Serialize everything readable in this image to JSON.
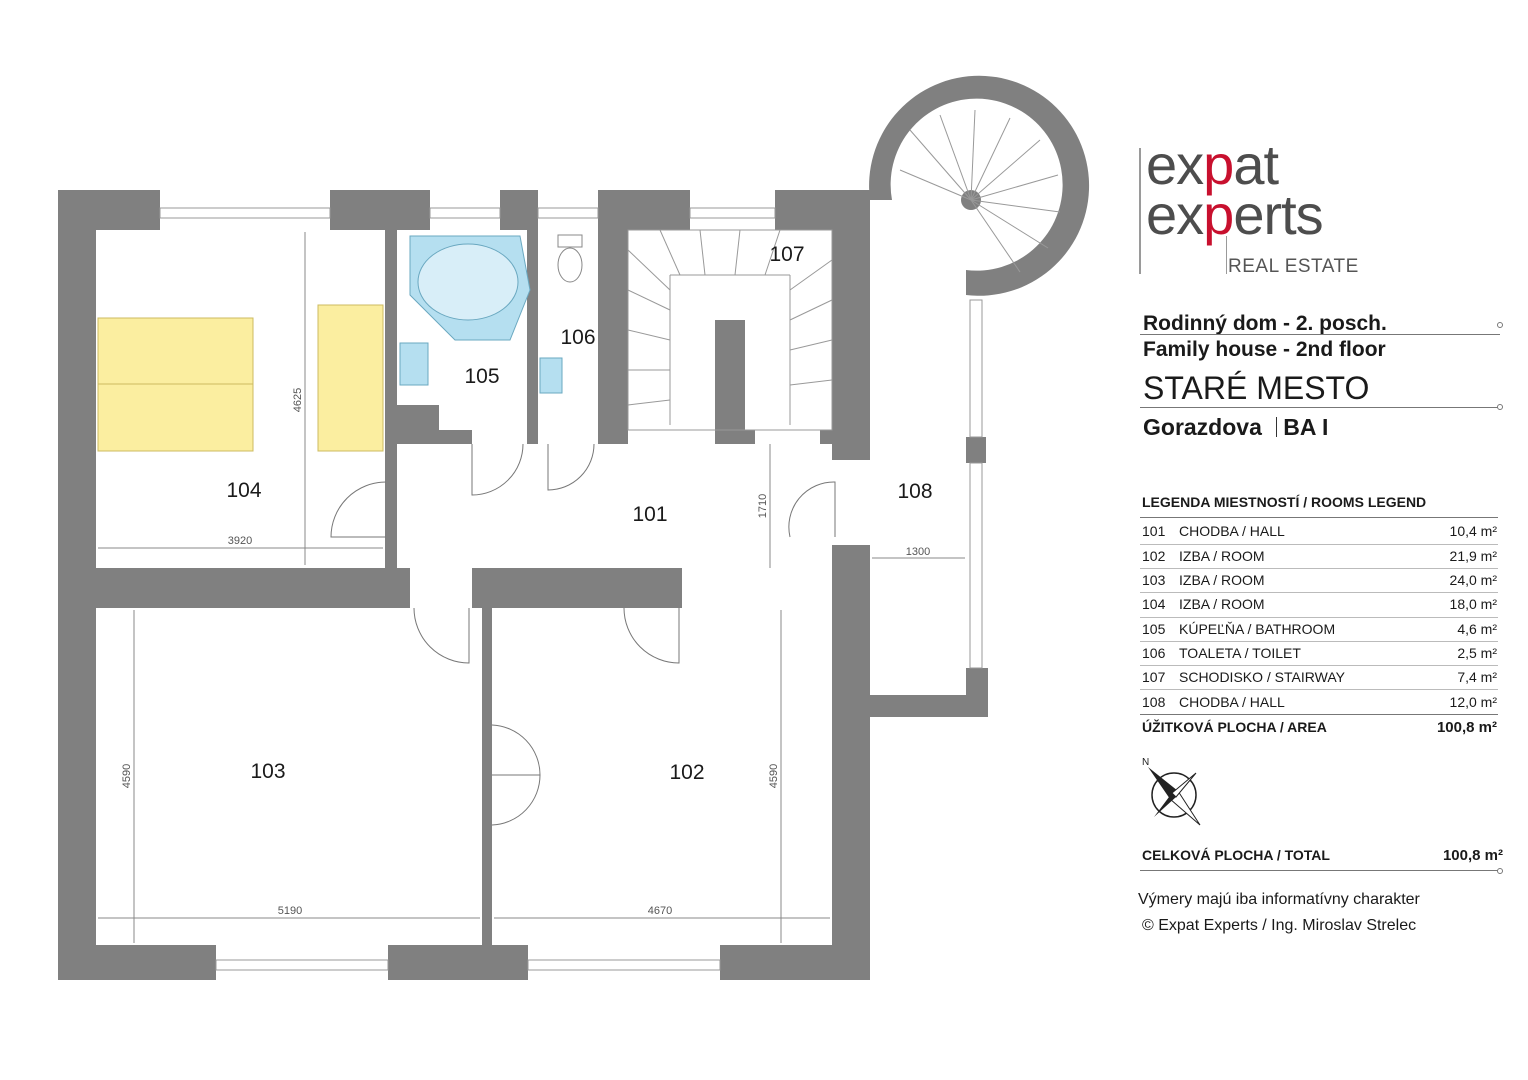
{
  "plan": {
    "rooms": [
      {
        "no": "101"
      },
      {
        "no": "102"
      },
      {
        "no": "103"
      },
      {
        "no": "104"
      },
      {
        "no": "105"
      },
      {
        "no": "106"
      },
      {
        "no": "107"
      },
      {
        "no": "108"
      }
    ],
    "dimensions": [
      "3920",
      "4625",
      "1710",
      "1300",
      "4590",
      "5190",
      "4590",
      "4670"
    ]
  },
  "brand": {
    "line1_a": "ex",
    "line1_b": "p",
    "line1_c": "at",
    "line2_a": "ex",
    "line2_b": "p",
    "line2_c": "erts",
    "sub": "REAL ESTATE",
    "accent_color": "#c8102e",
    "text_color": "#4d4d4d"
  },
  "header": {
    "title_sk": "Rodinný dom - 2. posch.",
    "title_en": "Family house - 2nd floor",
    "district": "STARÉ MESTO",
    "street": "Gorazdova",
    "area_code": "BA I"
  },
  "legend": {
    "title": "LEGENDA MIESTNOSTÍ / ROOMS LEGEND",
    "rows": [
      {
        "no": "101",
        "name": "CHODBA / HALL",
        "area": "10,4 m²"
      },
      {
        "no": "102",
        "name": "IZBA / ROOM",
        "area": "21,9 m²"
      },
      {
        "no": "103",
        "name": "IZBA / ROOM",
        "area": "24,0 m²"
      },
      {
        "no": "104",
        "name": "IZBA / ROOM",
        "area": "18,0 m²"
      },
      {
        "no": "105",
        "name": "KÚPEĽŇA / BATHROOM",
        "area": "4,6 m²"
      },
      {
        "no": "106",
        "name": "TOALETA / TOILET",
        "area": "2,5 m²"
      },
      {
        "no": "107",
        "name": "SCHODISKO / STAIRWAY",
        "area": "7,4 m²"
      },
      {
        "no": "108",
        "name": "CHODBA / HALL",
        "area": "12,0 m²"
      }
    ],
    "usable_label": "ÚŽITKOVÁ PLOCHA / AREA",
    "usable_area": "100,8 m²"
  },
  "compass_icon": "north-arrow-icon",
  "total": {
    "label": "CELKOVÁ PLOCHA / TOTAL",
    "area": "100,8 m²"
  },
  "notes": {
    "disclaimer": "Výmery majú iba informatívny charakter",
    "copyright": "© Expat Experts / Ing. Miroslav Strelec"
  },
  "colors": {
    "wall": "#808080",
    "bed": "#fbeea0",
    "bath": "#b5dff0"
  }
}
